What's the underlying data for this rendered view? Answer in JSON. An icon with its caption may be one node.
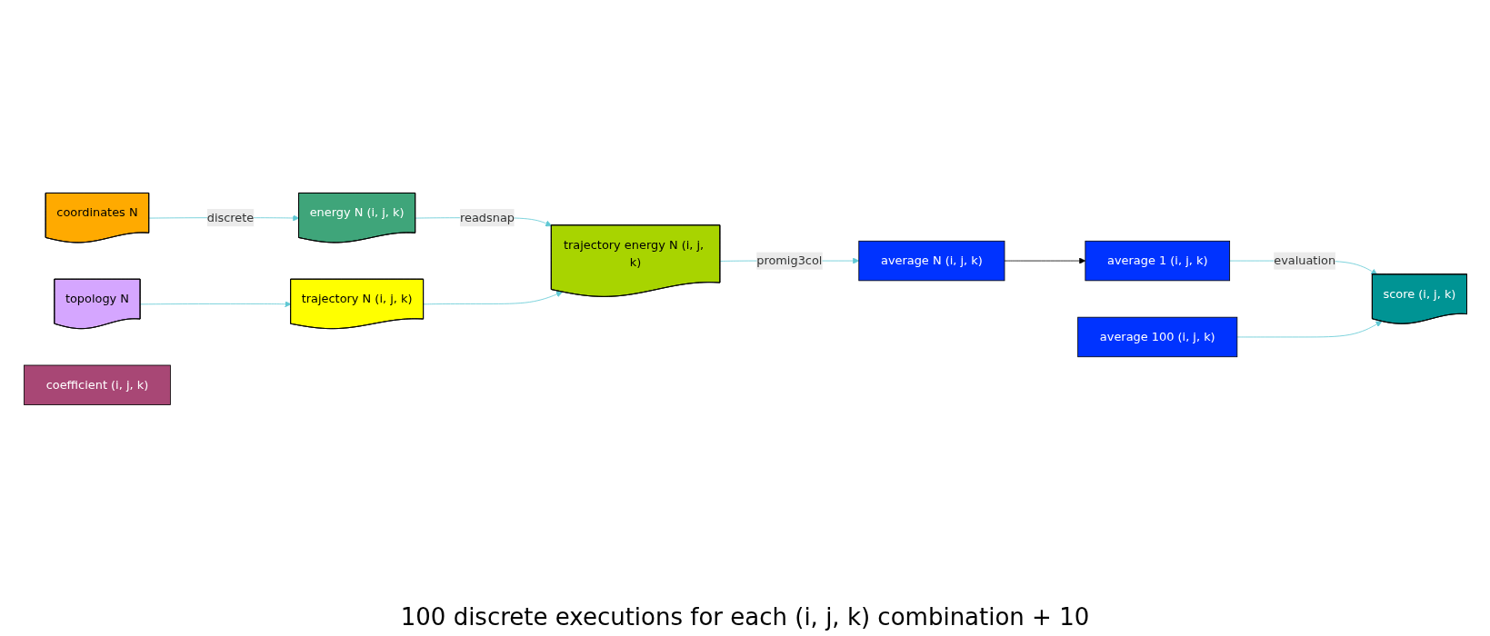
{
  "diagram": {
    "nodes": [
      {
        "text": [
          "coordinates N"
        ]
      },
      {
        "text": [
          "topology N"
        ]
      },
      {
        "text": [
          "energy N (i, j, k)"
        ]
      },
      {
        "text": [
          "trajectory N (i, j, k)"
        ]
      },
      {
        "text": [
          "trajectory energy N (i, j, k)"
        ]
      },
      {
        "text": [
          "average N (i, j, k)"
        ]
      },
      {
        "text": [
          "average 1 (i, j, k)"
        ]
      },
      {
        "text": [
          "average 100 (i, j, k)"
        ]
      },
      {
        "text": [
          "score (i, j, k)"
        ]
      },
      {
        "text": [
          "coefficient (i, j, k)"
        ]
      }
    ],
    "edges": [
      {
        "from": 0,
        "to": 2,
        "arrow": "to",
        "label": "discrete"
      },
      {
        "from": 1,
        "to": 3,
        "arrow": "to"
      },
      {
        "from": 2,
        "to": 4,
        "arrow": "to",
        "label": "readsnap"
      },
      {
        "from": 3,
        "to": 4,
        "arrow": "to"
      },
      {
        "from": 4,
        "to": 5,
        "arrow": "to",
        "label": "promig3col"
      },
      {
        "from": 5,
        "to": 6,
        "arrow": "to",
        "color": "#000000"
      },
      {
        "from": 6,
        "to": 8,
        "arrow": "to",
        "label": "evaluation"
      },
      {
        "from": 7,
        "to": 8,
        "arrow": "to"
      }
    ],
    "labels": [
      "100 discrete executions for each (i, j, k) combination + 10"
    ]
  }
}
